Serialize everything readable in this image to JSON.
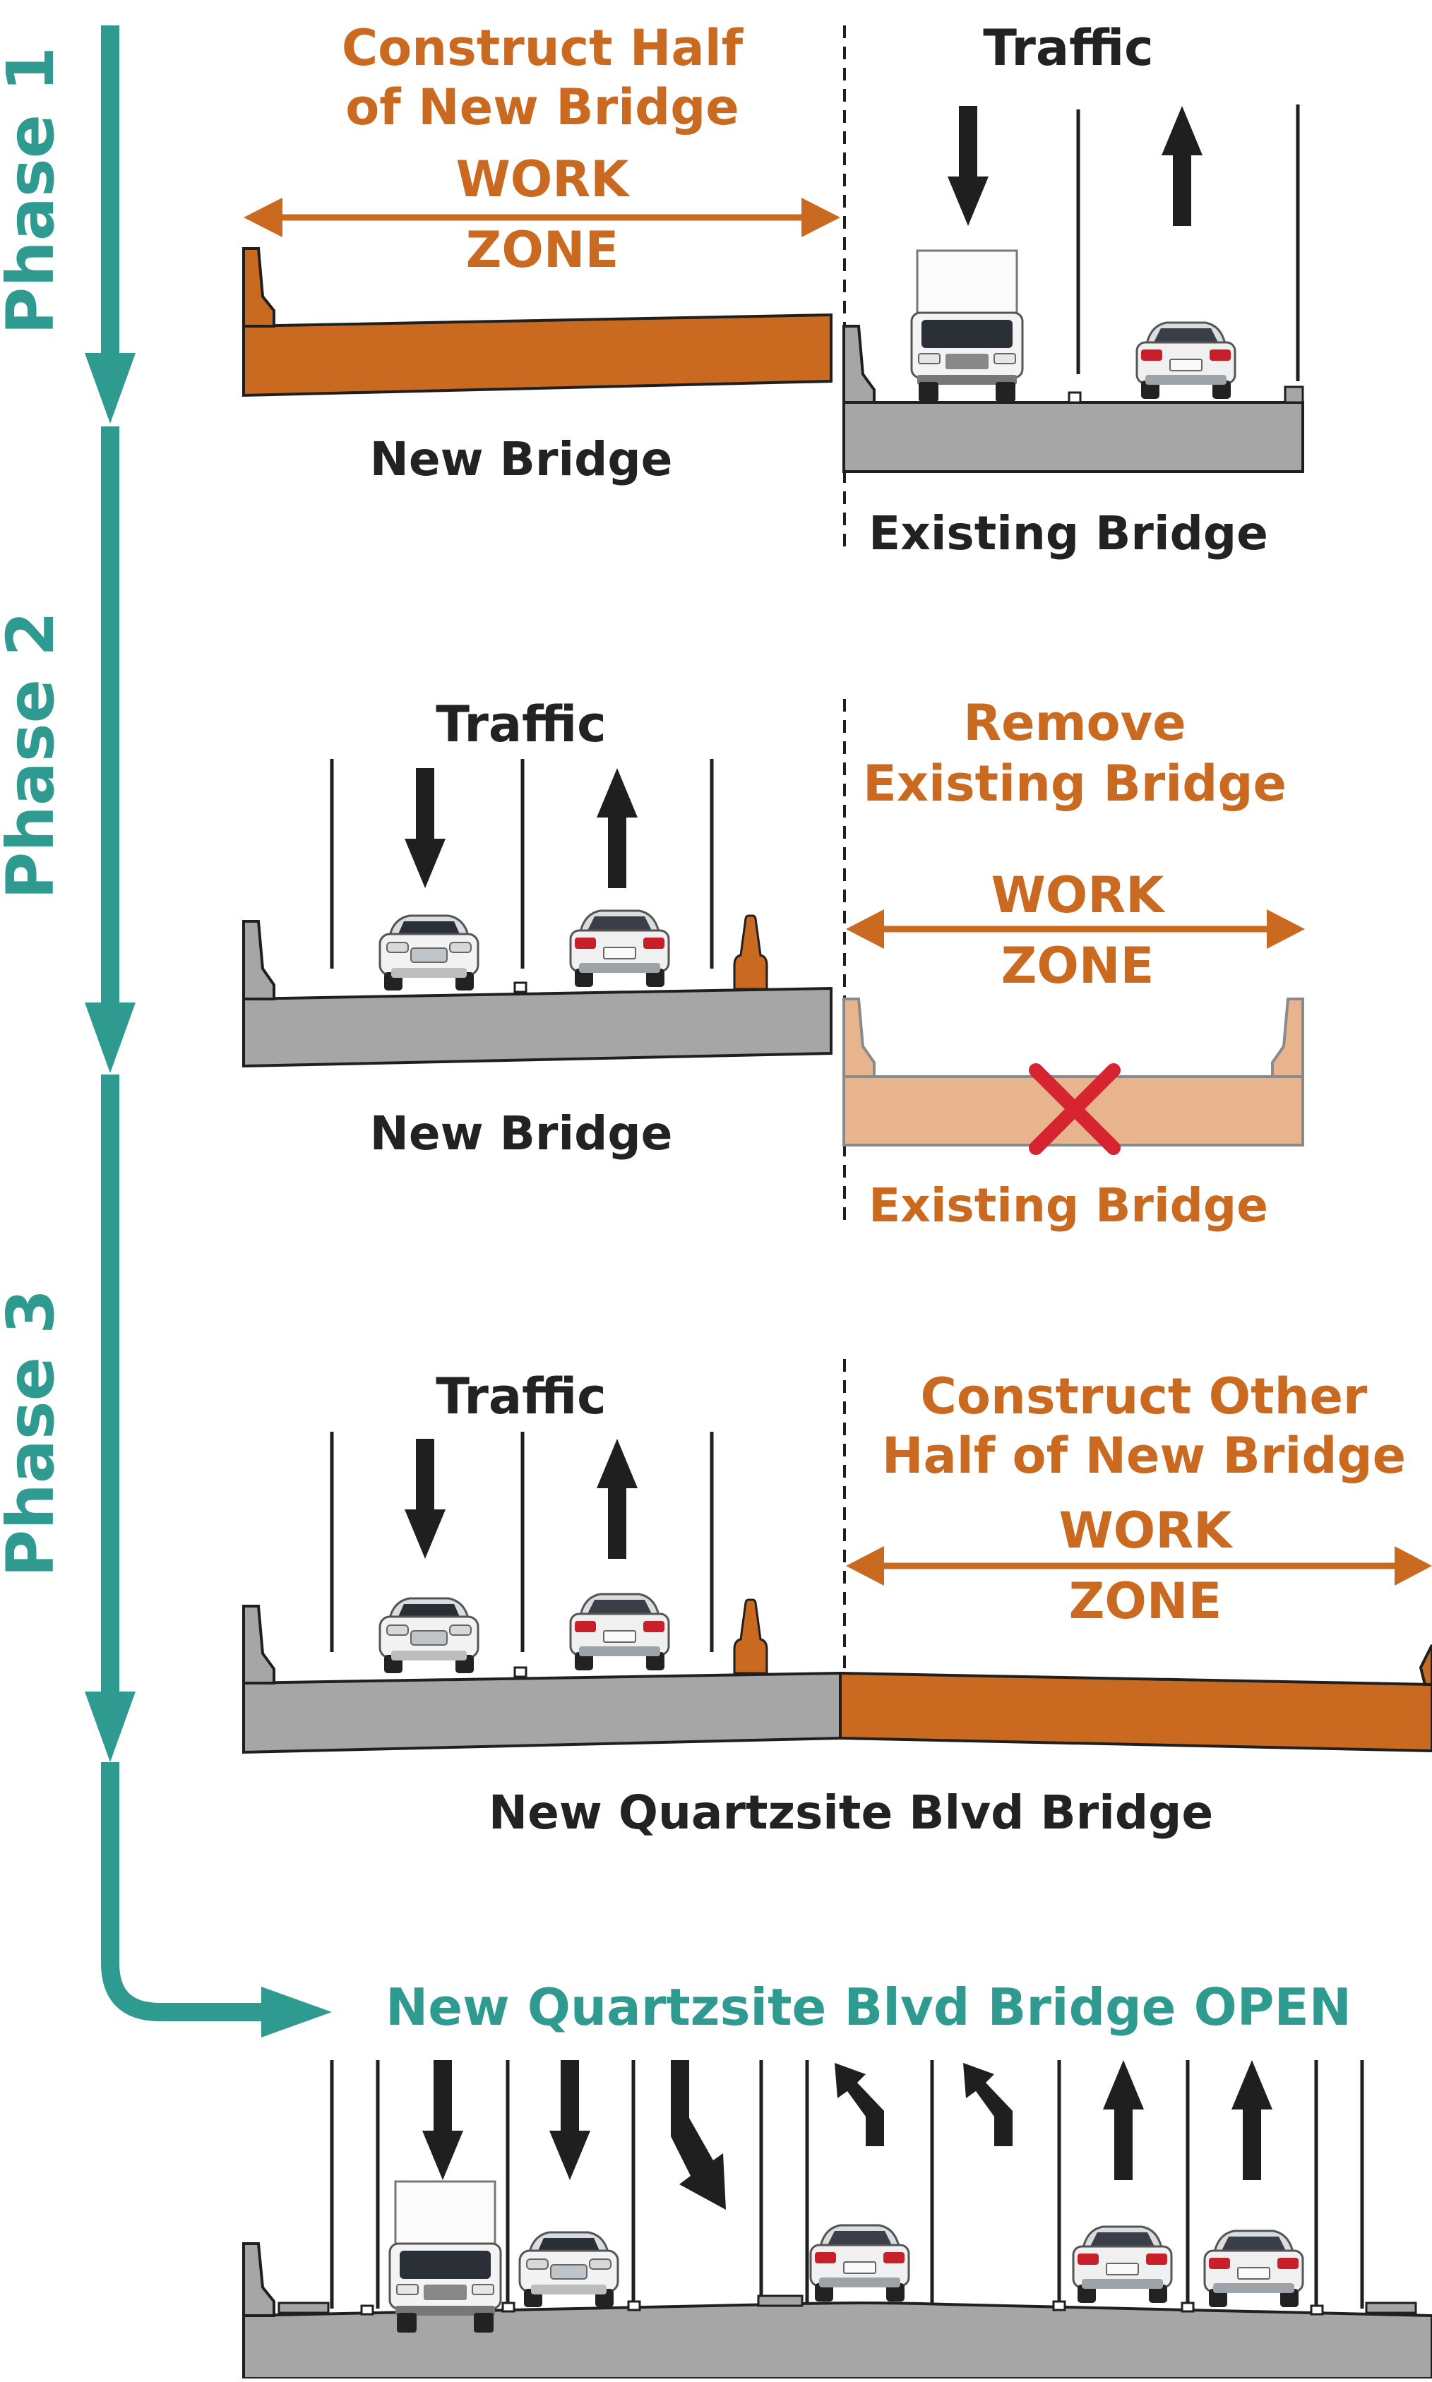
{
  "colors": {
    "teal": "#2f9a8f",
    "orange": "#c96a20",
    "light_orange": "#e8b48e",
    "deck_gray": "#a6a6a6",
    "outline": "#1f1f1f",
    "text_dark": "#222222",
    "x_red": "#d62430"
  },
  "timeline": {
    "phases": [
      "Phase 1",
      "Phase 2",
      "Phase 3"
    ],
    "final_label": "New Quartzsite Blvd Bridge OPEN"
  },
  "phase1": {
    "title_line1": "Construct Half",
    "title_line2": "of New Bridge",
    "work1": "WORK",
    "work2": "ZONE",
    "traffic": "Traffic",
    "new_bridge": "New Bridge",
    "existing_bridge": "Existing Bridge"
  },
  "phase2": {
    "traffic": "Traffic",
    "title_line1": "Remove",
    "title_line2": "Existing Bridge",
    "work1": "WORK",
    "work2": "ZONE",
    "new_bridge": "New Bridge",
    "existing_bridge": "Existing Bridge",
    "removal_mark": "remove-x-icon"
  },
  "phase3": {
    "traffic": "Traffic",
    "title_line1": "Construct Other",
    "title_line2": "Half of New Bridge",
    "work1": "WORK",
    "work2": "ZONE",
    "bridge_label": "New Quartzsite Blvd Bridge"
  },
  "final": {
    "arrows": [
      "arrow-down-icon",
      "arrow-down-icon",
      "arrow-turn-down-icon",
      "arrow-turn-up-icon",
      "arrow-turn-up-icon",
      "arrow-up-icon",
      "arrow-up-icon"
    ]
  }
}
